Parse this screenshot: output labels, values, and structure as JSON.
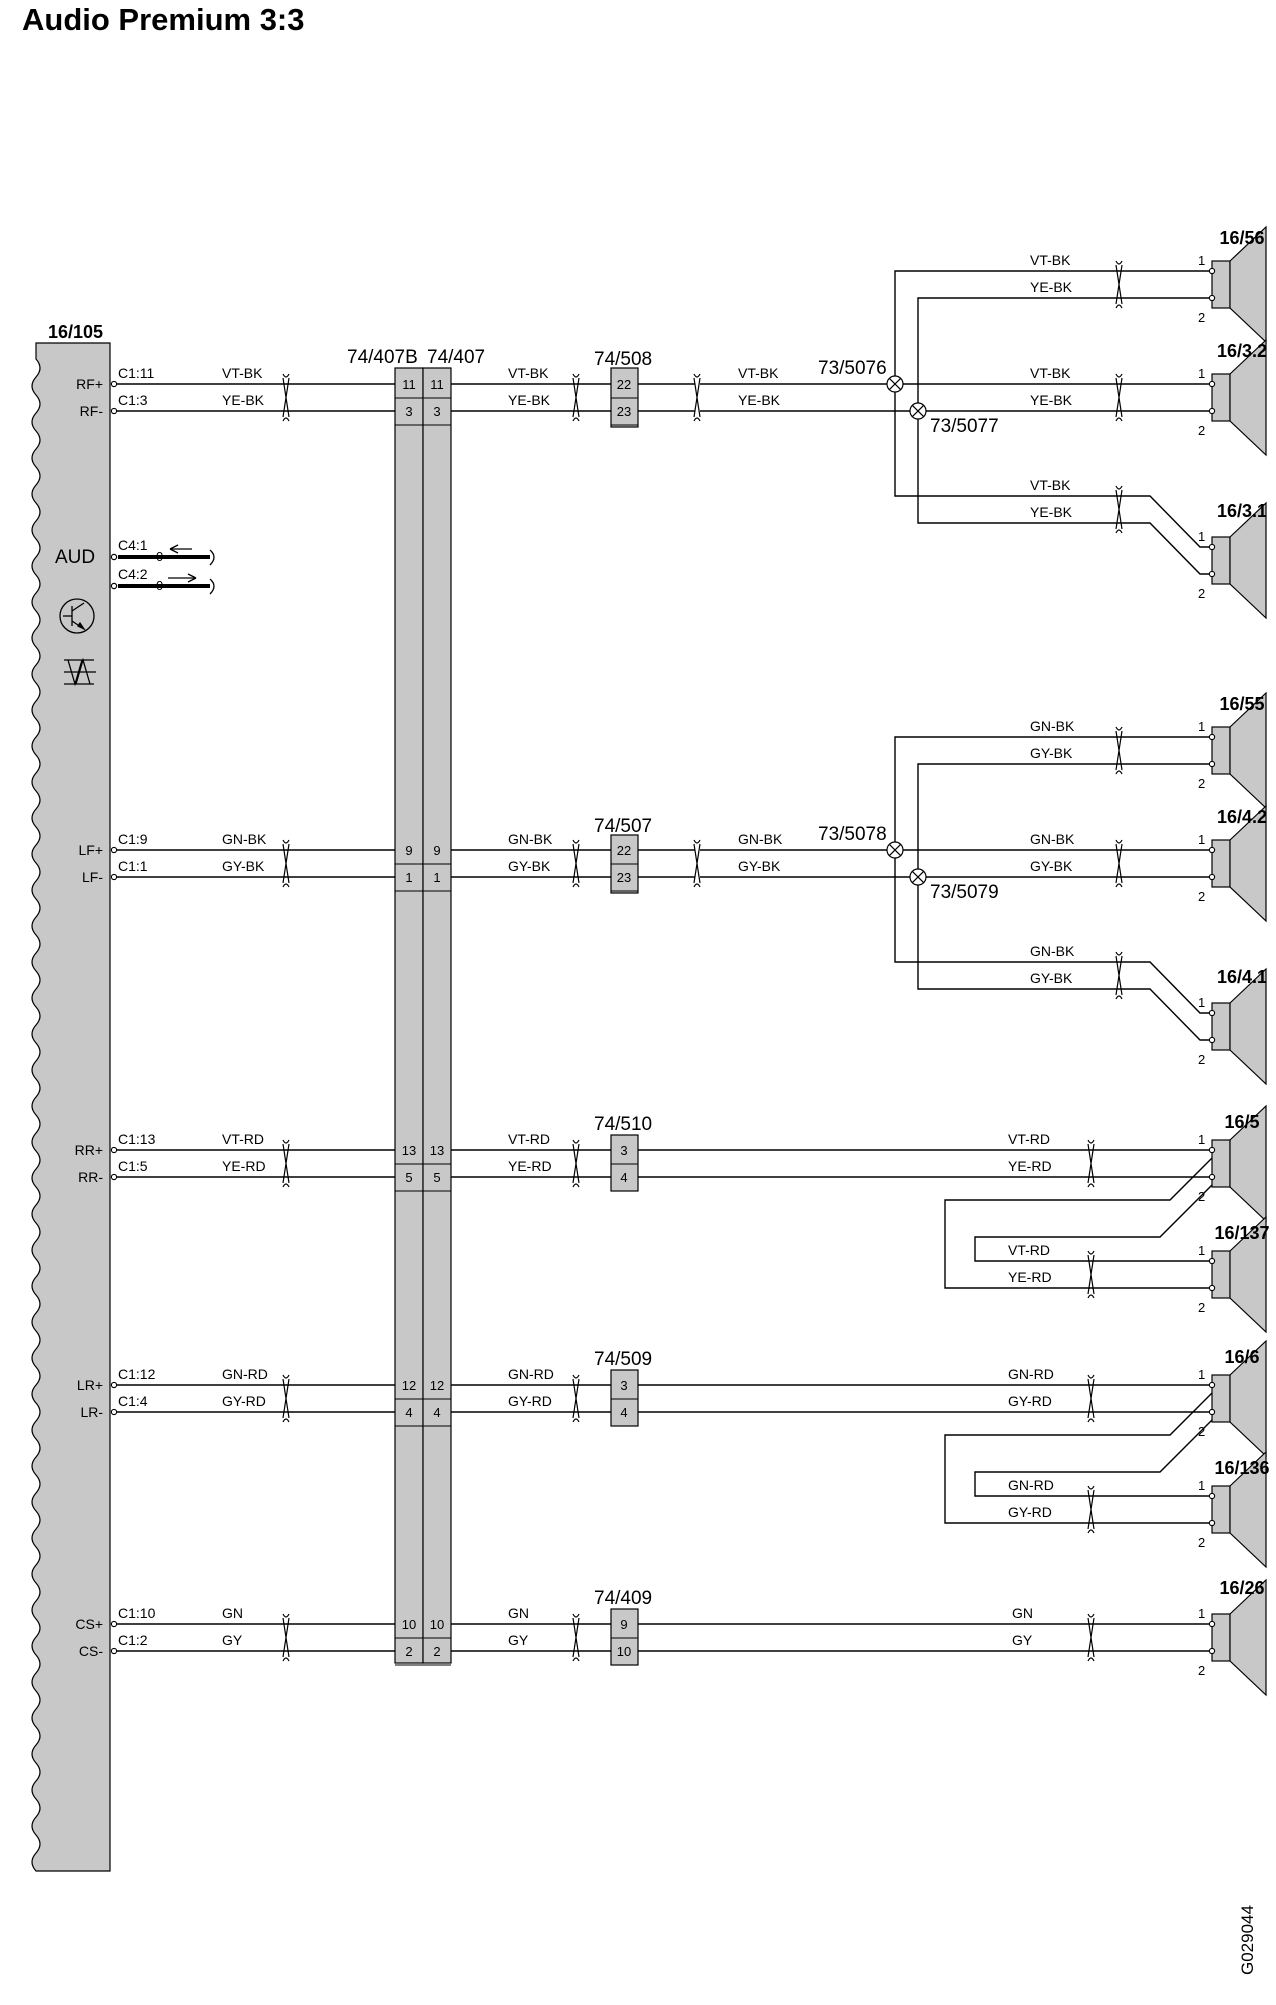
{
  "title": "Audio Premium 3:3",
  "figure_code": "G029044",
  "module": {
    "id": "16/105",
    "name": "AUD",
    "pins": [
      "RF+",
      "RF-",
      "LF+",
      "LF-",
      "RR+",
      "RR-",
      "LR+",
      "LR-",
      "CS+",
      "CS-"
    ],
    "c4": [
      "C4:1",
      "C4:2"
    ],
    "c4_marks": [
      "0",
      "0"
    ],
    "c1": [
      "C1:11",
      "C1:3",
      "C1:9",
      "C1:1",
      "C1:13",
      "C1:5",
      "C1:12",
      "C1:4",
      "C1:10",
      "C1:2"
    ]
  },
  "connectors": {
    "main_a": "74/407B",
    "main_b": "74/407",
    "c508": "74/508",
    "c507": "74/507",
    "c510": "74/510",
    "c509": "74/509",
    "c409": "74/409"
  },
  "pins": {
    "main": [
      "11",
      "3",
      "9",
      "1",
      "13",
      "5",
      "12",
      "4",
      "10",
      "2"
    ],
    "c508": [
      "22",
      "23"
    ],
    "c507": [
      "22",
      "23"
    ],
    "c510": [
      "3",
      "4"
    ],
    "c509": [
      "3",
      "4"
    ],
    "c409": [
      "9",
      "10"
    ]
  },
  "splices": [
    "73/5076",
    "73/5077",
    "73/5078",
    "73/5079"
  ],
  "wire_colors": [
    "VT-BK",
    "YE-BK",
    "GN-BK",
    "GY-BK",
    "VT-RD",
    "YE-RD",
    "GN-RD",
    "GY-RD",
    "GN",
    "GY"
  ],
  "speakers": [
    "16/56",
    "16/3.2",
    "16/3.1",
    "16/55",
    "16/4.2",
    "16/4.1",
    "16/5",
    "16/137",
    "16/6",
    "16/136",
    "16/26"
  ],
  "speaker_pins": [
    "1",
    "2"
  ]
}
